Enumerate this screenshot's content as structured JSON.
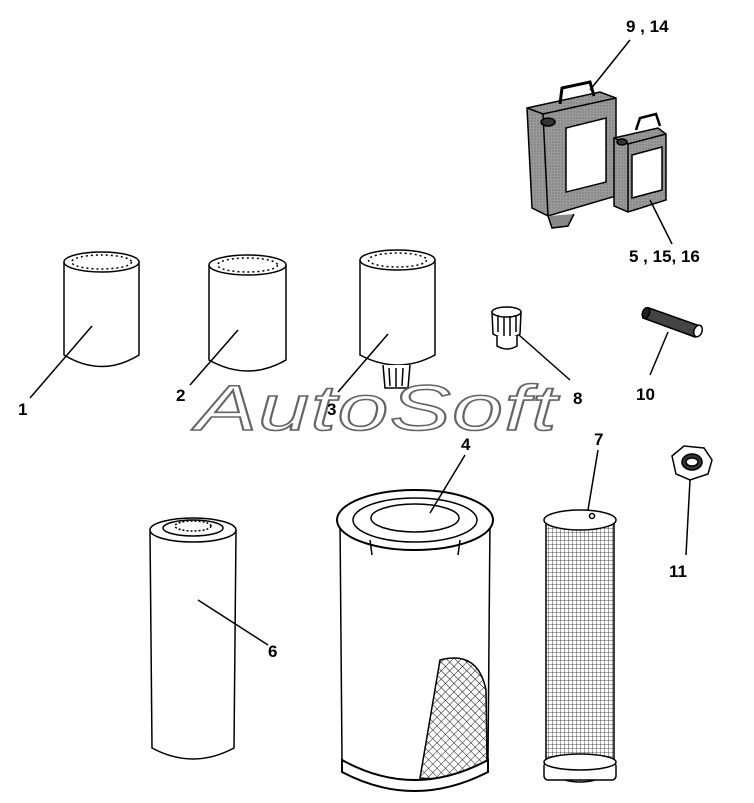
{
  "watermark": "AutoSoft",
  "callouts": {
    "c1": "1",
    "c2": "2",
    "c3": "3",
    "c4": "4",
    "c5": "5 , 15, 16",
    "c6": "6",
    "c7": "7",
    "c8": "8",
    "c9": "9 , 14",
    "c10": "10",
    "c11": "11"
  }
}
